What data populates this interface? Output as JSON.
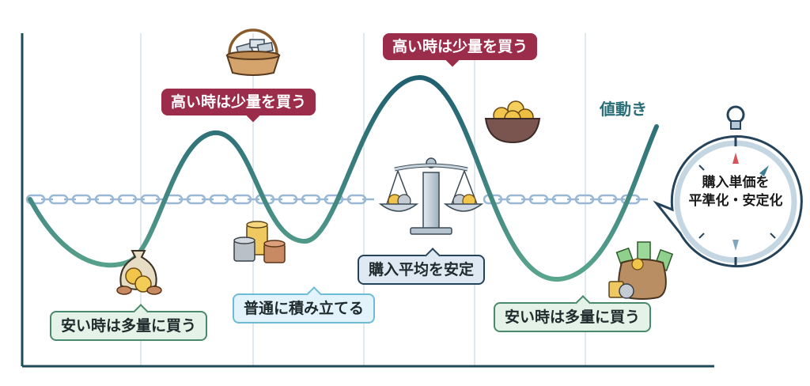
{
  "diagram": {
    "price_label": "値動き",
    "callouts": {
      "high_1": "高い時は少量を買う",
      "high_2": "高い時は少量を買う",
      "low_1": "安い時は多量に買う",
      "low_2": "安い時は多量に買う",
      "normal": "普通に積み立てる",
      "average": "購入平均を安定"
    },
    "dial": {
      "line1": "購入単価を",
      "line2": "平準化・安定化"
    },
    "icons": {
      "basket": "silver-bars-basket-icon",
      "gold_bowl": "gold-nuggets-bowl-icon",
      "coin_stacks": "coin-stacks-icon",
      "money_bag_left": "money-bag-coins-icon",
      "money_bag_right": "money-sack-bills-icon",
      "scale": "balance-scale-icon",
      "stopwatch": "stopwatch-icon",
      "chain": "chain-average-line"
    },
    "colors": {
      "high_callout": "#9b2c4a",
      "low_border": "#4a8a6c",
      "normal_border": "#6cbcd8",
      "average_border": "#25435a",
      "price_line_top": "#1f5f70",
      "price_line_bottom": "#5aa58e",
      "chain": "#9ab8d4",
      "axis": "#1f4a58"
    }
  }
}
